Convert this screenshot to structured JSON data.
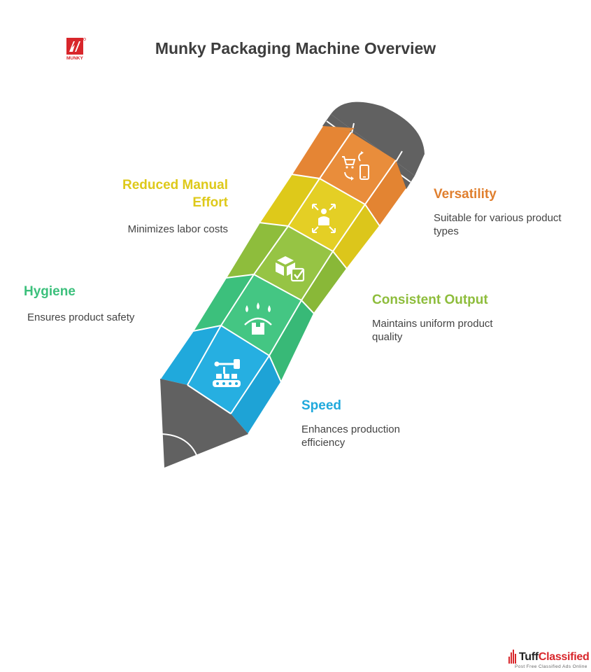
{
  "title": "Munky Packaging Machine Overview",
  "logo": {
    "text": "MUNKY",
    "color": "#d8262b"
  },
  "colors": {
    "versatility": "#e07f2e",
    "reduced_effort": "#dec91a",
    "consistent_output": "#8ebd3c",
    "hygiene": "#3cc07c",
    "speed": "#20a9dc",
    "pencil_cap": "#616161"
  },
  "items": {
    "versatility": {
      "label": "Versatility",
      "desc": "Suitable for various product types",
      "icon": "shopping-mobile-icon"
    },
    "reduced_effort": {
      "label": "Reduced Manual Effort",
      "desc": "Minimizes labor costs",
      "icon": "person-expand-icon"
    },
    "consistent_output": {
      "label": "Consistent Output",
      "desc": "Maintains uniform product quality",
      "icon": "box-check-icon"
    },
    "hygiene": {
      "label": "Hygiene",
      "desc": "Ensures product safety",
      "icon": "water-drop-box-icon"
    },
    "speed": {
      "label": "Speed",
      "desc": "Enhances production efficiency",
      "icon": "robot-arm-conveyor-icon"
    }
  },
  "watermark": {
    "brand": "TuffClassified",
    "brand_part1": "Tuff",
    "brand_part2": "Classified",
    "tagline": "Post Free Classified Ads Online"
  }
}
